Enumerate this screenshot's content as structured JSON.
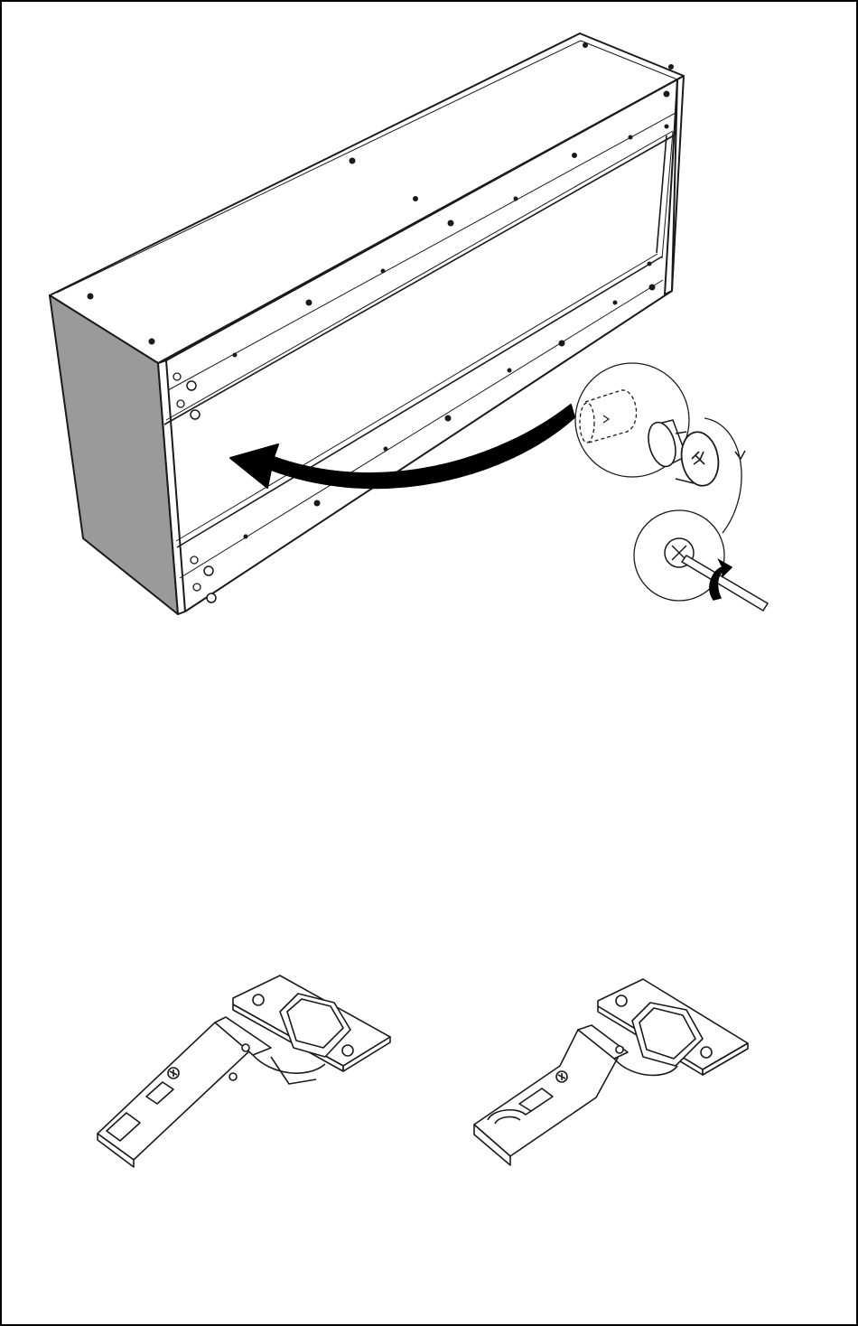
{
  "page": {
    "kind": "assembly instruction sheet",
    "text_labels": []
  },
  "colors": {
    "line": "#1a1a1a",
    "side_panel": "#9a9a9a",
    "background": "#ffffff",
    "arrow": "#000000"
  },
  "figures": [
    {
      "name": "cabinet-assembly",
      "icon": "cabinet-with-cam-lock-detail"
    },
    {
      "name": "cam-lock-detail",
      "icon": "cam-lock-icon"
    },
    {
      "name": "screwdriver-detail",
      "icon": "screwdriver-icon"
    },
    {
      "name": "hinge-left",
      "icon": "concealed-hinge-icon"
    },
    {
      "name": "hinge-right",
      "icon": "concealed-hinge-icon"
    }
  ]
}
